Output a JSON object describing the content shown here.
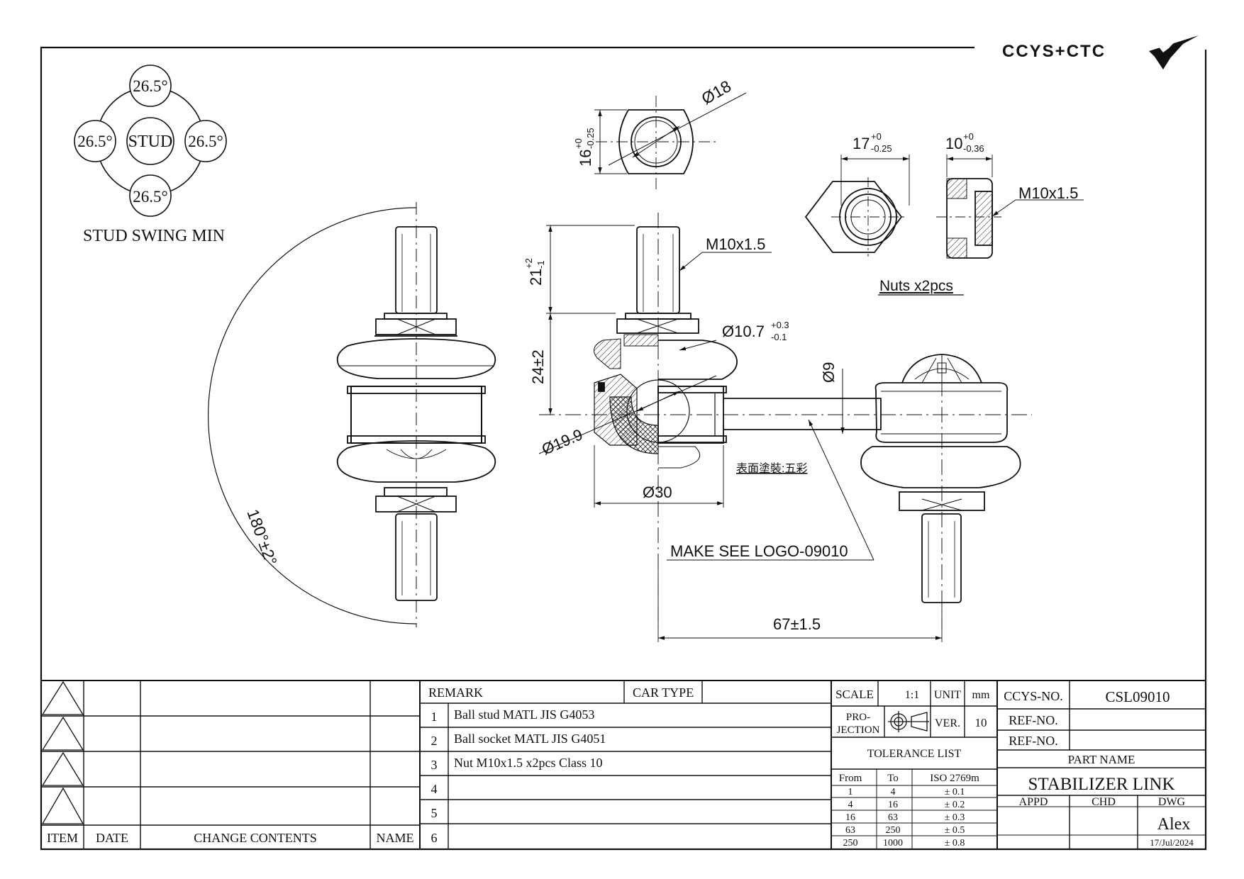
{
  "brand": {
    "logo_text": "CCYS+CTC",
    "logo_mark": "wing-logo-icon"
  },
  "stud_swing": {
    "top": "26.5°",
    "left": "26.5°",
    "right": "26.5°",
    "bottom": "26.5°",
    "center": "STUD",
    "caption": "STUD SWING MIN"
  },
  "dimensions": {
    "swing_angle": "180°±2°",
    "washer_dia": "Ø18",
    "washer_thk": "16",
    "washer_thk_tol_upper": "+0",
    "washer_thk_tol_lower": "-0.25",
    "nut_width": "17",
    "nut_width_tol_upper": "+0",
    "nut_width_tol_lower": "-0.25",
    "nut_height": "10",
    "nut_height_tol_upper": "+0",
    "nut_height_tol_lower": "-0.36",
    "nut_thread": "M10x1.5",
    "nuts_note": "Nuts x2pcs",
    "stud_thread": "M10x1.5",
    "stud_length": "21",
    "stud_length_tol_upper": "+2",
    "stud_length_tol_lower": "-1",
    "body_height": "24±2",
    "neck_dia": "Ø10.7",
    "neck_dia_tol_upper": "+0.3",
    "neck_dia_tol_lower": "-0.1",
    "rod_dia": "Ø9",
    "ball_dia": "Ø19.9",
    "housing_dia": "Ø30",
    "paint_note": "表面塗裝:五彩",
    "logo_note": "MAKE SEE LOGO-09010",
    "center_distance": "67±1.5"
  },
  "revision_block": {
    "headers": {
      "item": "ITEM",
      "date": "DATE",
      "contents": "CHANGE CONTENTS",
      "name": "NAME"
    }
  },
  "remarks": {
    "header": "REMARK",
    "car_type": "CAR TYPE",
    "rows": [
      {
        "no": "1",
        "text": "Ball stud MATL JIS G4053"
      },
      {
        "no": "2",
        "text": "Ball socket MATL JIS G4051"
      },
      {
        "no": "3",
        "text": "Nut M10x1.5 x2pcs Class 10"
      },
      {
        "no": "4",
        "text": ""
      },
      {
        "no": "5",
        "text": ""
      },
      {
        "no": "6",
        "text": ""
      }
    ]
  },
  "specs": {
    "scale_label": "SCALE",
    "scale_value": "1:1",
    "unit_label": "UNIT",
    "unit_value": "mm",
    "projection_label_1": "PRO-",
    "projection_label_2": "JECTION",
    "ver_label": "VER.",
    "ver_value": "10",
    "tolerance_title": "TOLERANCE LIST",
    "tol_headers": {
      "from": "From",
      "to": "To",
      "iso": "ISO 2769m"
    },
    "tolerances": [
      {
        "from": "1",
        "to": "4",
        "tol": "± 0.1"
      },
      {
        "from": "4",
        "to": "16",
        "tol": "± 0.2"
      },
      {
        "from": "16",
        "to": "63",
        "tol": "± 0.3"
      },
      {
        "from": "63",
        "to": "250",
        "tol": "± 0.5"
      },
      {
        "from": "250",
        "to": "1000",
        "tol": "± 0.8"
      }
    ]
  },
  "title_block": {
    "ccys_no_label": "CCYS-NO.",
    "ccys_no": "CSL09010",
    "ref_no_label_1": "REF-NO.",
    "ref_no_label_2": "REF-NO.",
    "part_name_label": "PART NAME",
    "part_name": "STABILIZER LINK",
    "appd": "APPD",
    "chd": "CHD",
    "dwg": "DWG",
    "drawn_by": "Alex",
    "date": "17/Jul/2024"
  }
}
